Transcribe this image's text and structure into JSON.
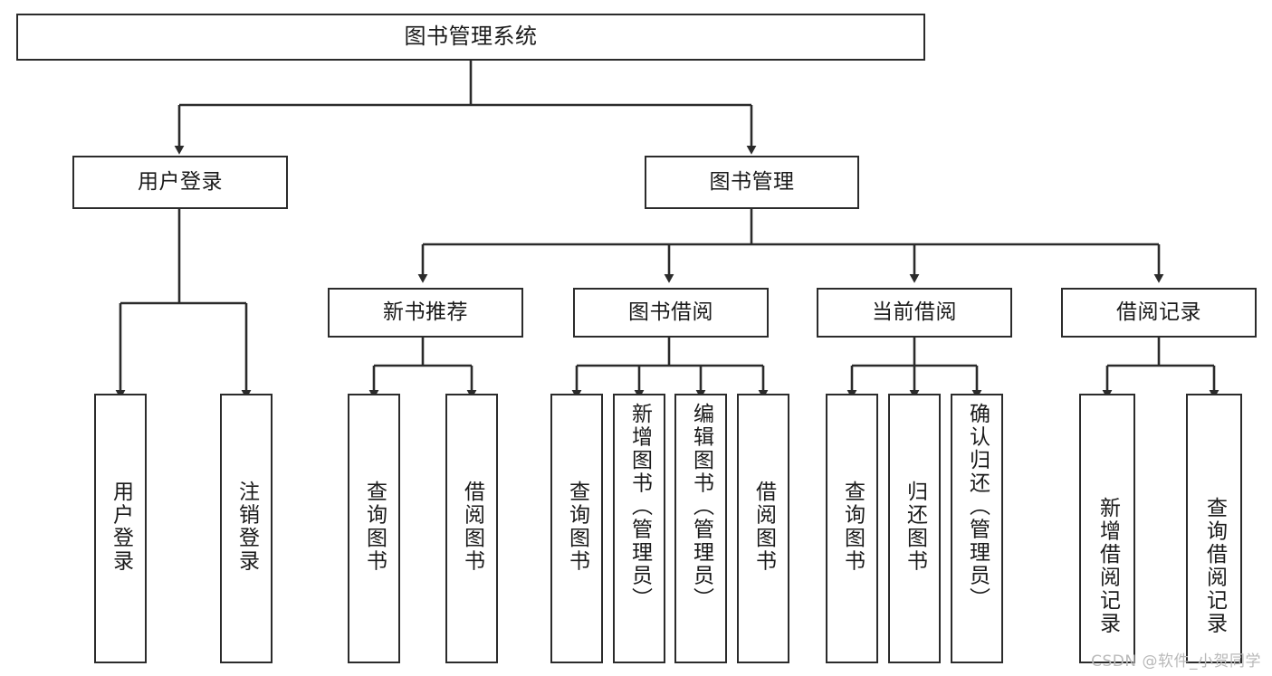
{
  "diagram": {
    "title": "图书管理系统",
    "type": "tree",
    "watermark": "CSDN @软件_小贺同学",
    "colors": {
      "node_border": "#2b2b2b",
      "node_fill": "#ffffff",
      "edge": "#2b2b2b",
      "text": "#1a1a1a",
      "watermark": "#b9b9b9",
      "background": "#ffffff"
    },
    "nodes": {
      "root": {
        "label": "图书管理系统"
      },
      "level2": [
        {
          "id": "user-login",
          "label": "用户登录"
        },
        {
          "id": "book-manage",
          "label": "图书管理"
        }
      ],
      "level3": [
        {
          "id": "new-book-recommend",
          "label": "新书推荐"
        },
        {
          "id": "book-borrow",
          "label": "图书借阅"
        },
        {
          "id": "current-borrow",
          "label": "当前借阅"
        },
        {
          "id": "borrow-record",
          "label": "借阅记录"
        }
      ],
      "leaves": {
        "user_login": [
          {
            "id": "leaf-user-login",
            "label": "用户登录"
          },
          {
            "id": "leaf-logout-login",
            "label": "注销登录"
          }
        ],
        "new_book_recommend": [
          {
            "id": "leaf-query-book-1",
            "label": "查询图书"
          },
          {
            "id": "leaf-borrow-book-1",
            "label": "借阅图书"
          }
        ],
        "book_borrow": [
          {
            "id": "leaf-query-book-2",
            "label": "查询图书"
          },
          {
            "id": "leaf-add-book",
            "label": "新增图书（管理员）"
          },
          {
            "id": "leaf-edit-book",
            "label": "编辑图书（管理员）"
          },
          {
            "id": "leaf-borrow-book-2",
            "label": "借阅图书"
          }
        ],
        "current_borrow": [
          {
            "id": "leaf-query-book-3",
            "label": "查询图书"
          },
          {
            "id": "leaf-return-book",
            "label": "归还图书"
          },
          {
            "id": "leaf-confirm-return",
            "label": "确认归还（管理员）"
          }
        ],
        "borrow_record": [
          {
            "id": "leaf-add-record",
            "label": "新增借阅记录"
          },
          {
            "id": "leaf-query-record",
            "label": "查询借阅记录"
          }
        ]
      }
    }
  }
}
